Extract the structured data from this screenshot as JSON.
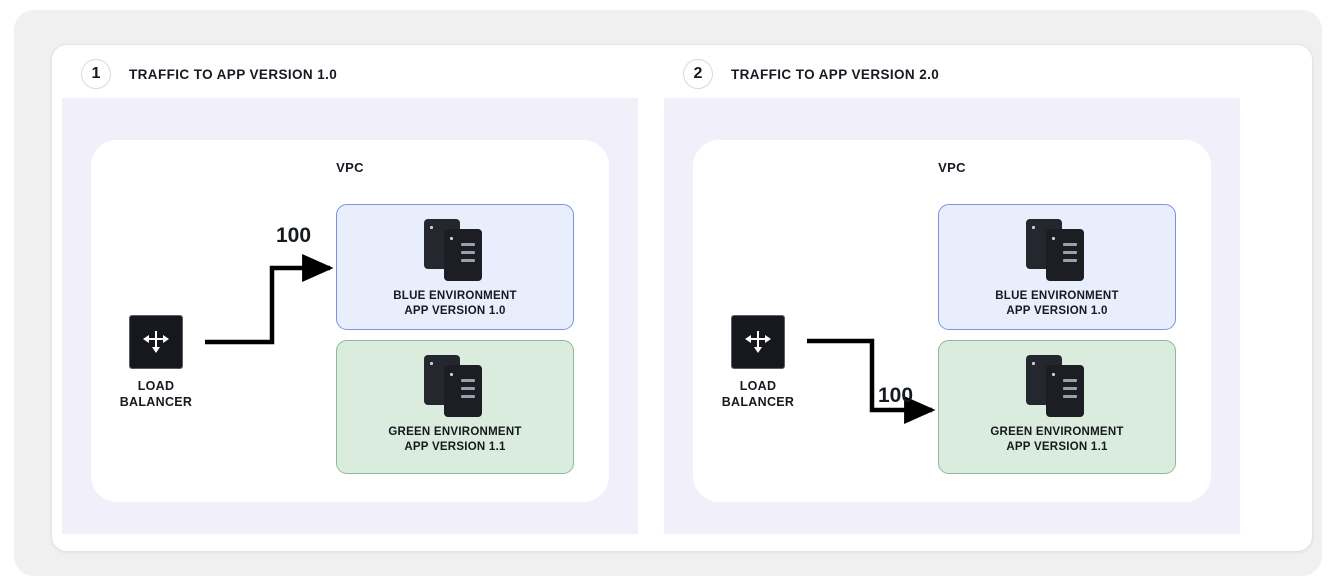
{
  "diagram": {
    "title": "Blue/Green deployment traffic shifting",
    "colors": {
      "blue_env_fill": "#e8eefb",
      "blue_env_border": "#7c92e8",
      "green_env_fill": "#d9ecdd",
      "green_env_border": "#8cba98",
      "panel_background": "#f1effa",
      "frame_background": "#f0f0f0",
      "icon_dark": "#1c1e24",
      "connector": "#000000"
    }
  },
  "panels": [
    {
      "step_number": "1",
      "title": "TRAFFIC TO APP VERSION 1.0",
      "vpc_label": "VPC",
      "load_balancer": {
        "label_line1": "LOAD",
        "label_line2": "BALANCER",
        "icon": "load-balancer-arrows-icon"
      },
      "flow": {
        "value": "100",
        "target": "blue"
      },
      "environments": [
        {
          "key": "blue",
          "name": "BLUE ENVIRONMENT",
          "version": "APP VERSION 1.0",
          "icon": "server-instances-icon"
        },
        {
          "key": "green",
          "name": "GREEN ENVIRONMENT",
          "version": "APP VERSION 1.1",
          "icon": "server-instances-icon"
        }
      ]
    },
    {
      "step_number": "2",
      "title": "TRAFFIC TO APP VERSION 2.0",
      "vpc_label": "VPC",
      "load_balancer": {
        "label_line1": "LOAD",
        "label_line2": "BALANCER",
        "icon": "load-balancer-arrows-icon"
      },
      "flow": {
        "value": "100",
        "target": "green"
      },
      "environments": [
        {
          "key": "blue",
          "name": "BLUE ENVIRONMENT",
          "version": "APP VERSION 1.0",
          "icon": "server-instances-icon"
        },
        {
          "key": "green",
          "name": "GREEN ENVIRONMENT",
          "version": "APP VERSION 1.1",
          "icon": "server-instances-icon"
        }
      ]
    }
  ]
}
